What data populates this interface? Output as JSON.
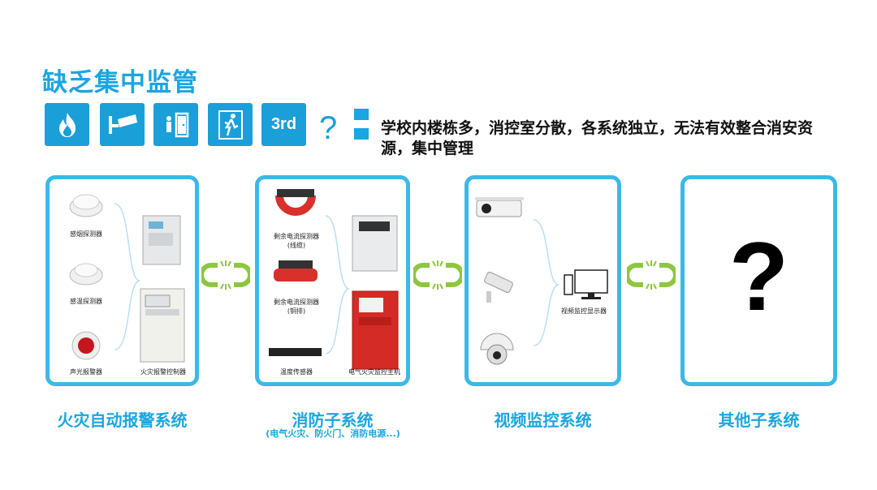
{
  "title": "缺乏集中监管",
  "icons": [
    {
      "name": "fire-icon"
    },
    {
      "name": "cctv-camera-icon"
    },
    {
      "name": "fire-door-icon"
    },
    {
      "name": "evacuation-sign-icon"
    },
    {
      "name": "third-party-icon",
      "label": "3rd"
    }
  ],
  "question_mark": "?",
  "description": "学校内楼栋多，消控室分散，各系统独立，无法有效整合消安资源，集中管理",
  "panels": {
    "fire_alarm": {
      "caption": "火灾自动报警系统",
      "items": [
        "感烟探测器",
        "感温探测器",
        "声光报警器",
        "火灾报警控制器"
      ]
    },
    "fire_sub": {
      "caption": "消防子系统",
      "subcaption": "(电气火灾、防火门、消防电源...)",
      "items": [
        "剩余电流探测器",
        "(线缆)",
        "剩余电流探测器",
        "(铜排)",
        "温度传感器",
        "电气火灾监控主机"
      ]
    },
    "video": {
      "caption": "视频监控系统",
      "items": [
        "视频监控显示器"
      ]
    },
    "other": {
      "caption": "其他子系统",
      "symbol": "?"
    }
  },
  "colors": {
    "accent": "#1aa6e0",
    "panel_border": "#3cb8e8",
    "link_green": "#8dc63f",
    "red_device": "#d9302c"
  }
}
